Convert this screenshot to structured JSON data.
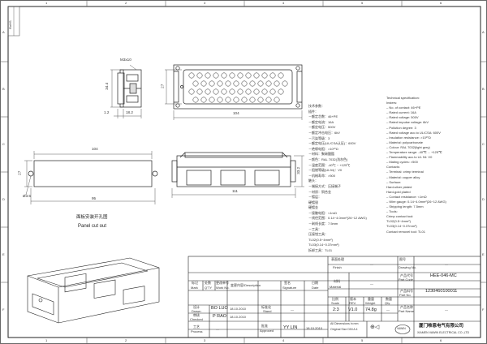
{
  "border": {
    "columns": [
      "1",
      "2",
      "3",
      "4",
      "5",
      "6"
    ],
    "rows": [
      "A",
      "B",
      "C",
      "D",
      "E",
      "F"
    ],
    "corner_label": "RoHS"
  },
  "dimensions": {
    "screw": "M3x10",
    "height_34_4": "34.4",
    "d_1_2": "1.2",
    "d_18_2": "18.2",
    "d_27_top": "27",
    "d_104_top": "104",
    "d_33_2": "33.2",
    "d_111": "111",
    "cut_104": "104",
    "cut_27": "27",
    "cut_hole": "Ø3.5",
    "cut_95": "95"
  },
  "panel_cut_out": {
    "cn": "面板安装开孔图",
    "en": "Panel cut out"
  },
  "spec_cn": {
    "lines": [
      "技术参数：",
      "插件：",
      "－额定芯数：46+PE",
      "－额定电流：16A",
      "－额定电压：500V",
      "－额定冲击电压：6kV",
      "－污染等级：3",
      "－额定电压(UL/CSA认证)：600V",
      "－绝缘电阻：>10¹⁰Ω",
      "－材料：聚碳酸酯",
      "－颜色：RAL 7032(浅灰色)",
      "－温度范围：-40℃ ~ +125℃",
      "－阻燃等级(UL94)：V0",
      "－机械寿命：>500",
      "触头：",
      "－端接方式：压接端子",
      "－材质：铜合金",
      "－镀层：",
      "  硬镀银",
      "  硬镀金",
      "－接触电阻：<1mΩ",
      "－线径范围：0.14~4.0mm²(26~12 AWG)",
      "－剥线长度：7.5mm",
      "－工具：",
      "  压接钳工具：",
      "  TL02(0.5~4mm²)",
      "  TL03(0.14~0.37mm²)",
      "  拆卸工具：TL01"
    ]
  },
  "spec_en": {
    "lines": [
      "Technical specification:",
      "Insters:",
      "– No. of contact: 46+PE",
      "– Rated current: 16A",
      "– Rated voltage: 500V",
      "– Rated impulse voltage: 6kV",
      "– Pollution degree: 3",
      "– Rated voltage acc.to UL/CSA: 600V",
      "– Insulation resistance: >10¹⁰Ω",
      "– Material: polycarbonate",
      "– Colour: RAL 7032(light grey)",
      "– Temperature range: -40℃ ... +125℃",
      "– Flammability acc.to UL 94: V0",
      "– Mating cycles: >500",
      "Contacts:",
      "– Terminal: crimp terminal",
      "– Material: copper alloy",
      "– Surface:",
      "    Hard-silver plated",
      "    Hard-gold plated",
      "– Contact resistance: <1mΩ",
      "– Wire gauge: 0.14~4.0mm²(26~12 AWG)",
      "– Stripping length: 7.5mm",
      "– Tools:",
      "    Crimp contact tool:",
      "    TL02(0.5~4mm²)",
      "    TL03(0.14~0.37mm²)",
      "    Contact removel tool: TL01"
    ]
  },
  "title_block": {
    "finish_cn": "表面处理",
    "finish_en": "Finish",
    "finish_val": "—",
    "material_cn": "材料",
    "material_en": "Material",
    "material_val": "—",
    "drawing_no_cn": "图号",
    "drawing_no_en": "Drawing No.",
    "drawing_no_val": "—",
    "part_code_cn": "产品代号",
    "part_code_en": "Part Code",
    "part_code_val": "HEE-046-MC",
    "part_no_cn": "产品料号",
    "part_no_en": "Part No.",
    "part_no_val": "1230460100011",
    "part_name_cn": "产品名称",
    "part_name_en": "Part Name",
    "part_name_val": "—",
    "mark_cn": "标记",
    "mark_en": "Mark",
    "qty_cn": "处数",
    "qty_en": "Q'TY",
    "work_no_cn": "更改单号",
    "work_no_en": "Work No.",
    "description_label": "变更内容/Description",
    "signature_cn": "签名",
    "signature_en": "Signature",
    "date_cn": "日期",
    "date_en": "Date",
    "drawn_cn": "设计",
    "drawn_en": "Drawn",
    "drawn_name": "BO LUO",
    "drawn_date": "18.10.2010",
    "checked_cn": "审核",
    "checked_en": "Checked",
    "checked_name": "P RAO",
    "checked_date": "18.10.2010",
    "process_cn": "工艺",
    "process_en": "Process",
    "process_val": "—",
    "stand_cn": "标准化",
    "stand_en": "Stand",
    "stand_val": "—",
    "approved_cn": "批准",
    "approved_en": "Approved",
    "approved_name": "YY LIN",
    "approved_date": "18.10.2010",
    "scale_cn": "比例",
    "scale_en": "Scale",
    "scale_val": "2:3",
    "rev_cn": "版本",
    "rev_en": "REV.",
    "rev_val": "V1.0",
    "weight_cn": "重量",
    "weight_en": "Weight",
    "weight_val": "74.8g",
    "quantity_cn": "数量",
    "quantity_en": "Qty.",
    "quantity_val": "—",
    "units_note_1": "All Dimensions in mm",
    "units_note_2": "Original Size DIN A 4",
    "company_logo": "VAWIN",
    "company_cn": "厦门唯恩电气有限公司",
    "company_en": "XIAMEN VAWIN ELECTRICAL CO.,LTD"
  }
}
